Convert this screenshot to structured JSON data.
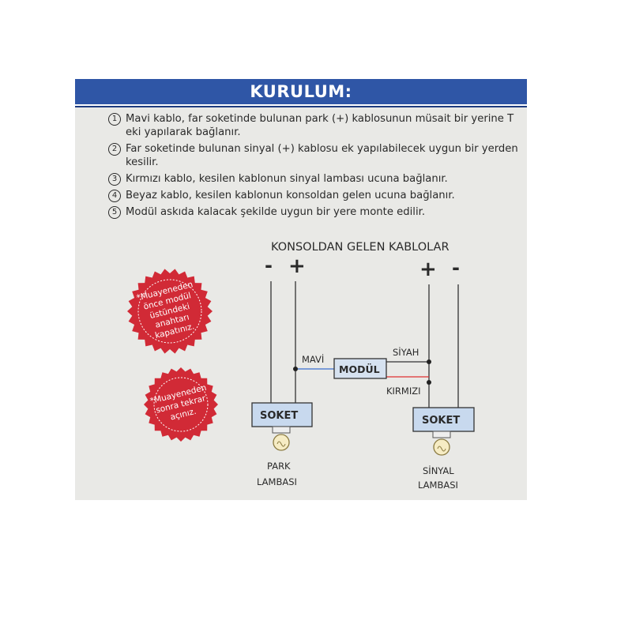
{
  "header": {
    "title": "KURULUM:"
  },
  "steps": [
    {
      "num": "1",
      "text": "Mavi kablo, far soketinde bulunan park (+) kablosunun müsait bir yerine T eki yapılarak bağlanır."
    },
    {
      "num": "2",
      "text": "Far soketinde bulunan sinyal (+) kablosu ek yapılabilecek uygun bir yerden kesilir."
    },
    {
      "num": "3",
      "text": "Kırmızı kablo, kesilen kablonun sinyal lambası ucuna bağlanır."
    },
    {
      "num": "4",
      "text": "Beyaz kablo, kesilen kablonun konsoldan gelen ucuna bağlanır."
    },
    {
      "num": "5",
      "text": "Modül askıda kalacak şekilde uygun bir yere monte edilir."
    }
  ],
  "diagram": {
    "console_title": "KONSOLDAN GELEN KABLOLAR",
    "minus": "-",
    "plus": "+",
    "mavi": "MAVİ",
    "siyah": "SİYAH",
    "kirmizi": "KIRMIZI",
    "module": "MODÜL",
    "socket_left": "SOKET",
    "socket_right": "SOKET",
    "park_lamp_1": "PARK",
    "park_lamp_2": "LAMBASI",
    "signal_lamp_1": "SİNYAL",
    "signal_lamp_2": "LAMBASI"
  },
  "seals": {
    "top": [
      "*Muayeneden",
      "önce modül",
      "üstündeki",
      "anahtarı",
      "kapatınız."
    ],
    "bottom": [
      "*Muayeneden",
      "sonra tekrar",
      "açınız."
    ]
  },
  "colors": {
    "header_blue": "#2f56a6",
    "seal_red": "#d12a36",
    "wire_red": "#e03030",
    "wire_blue": "#3a6fd0",
    "socket_fill": "#c8d9ee"
  }
}
